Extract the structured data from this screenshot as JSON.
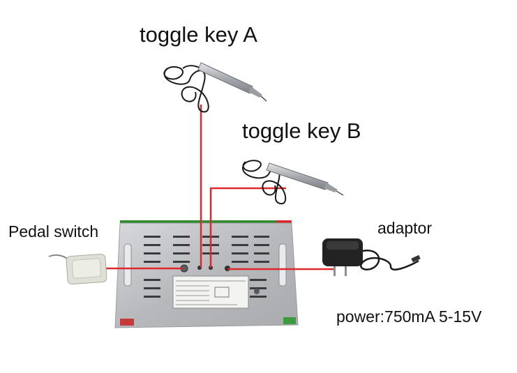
{
  "labels": {
    "toggle_key_a": "toggle key A",
    "toggle_key_b": "toggle key B",
    "pedal_switch": "Pedal switch",
    "adaptor": "adaptor",
    "power": "power:750mA 5-15V"
  },
  "colors": {
    "connection_line": "#e0282a",
    "panel_metal": "#c4c6c9",
    "pen_silver": "#b9bcc0",
    "cable_black": "#1a1a1a",
    "pedal": "#dfe0d8",
    "adaptor_body": "#222222"
  }
}
